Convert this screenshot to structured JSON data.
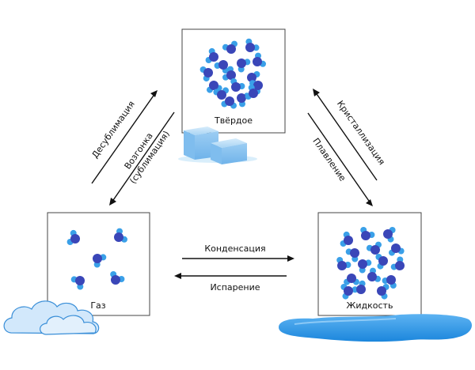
{
  "states": {
    "solid": "Твёрдое",
    "gas": "Газ",
    "liquid": "Жидкость"
  },
  "transitions": {
    "deposition": "Десублимация",
    "sublimation_line1": "Возгонка",
    "sublimation_line2": "(сублимация)",
    "crystallization": "Кристаллизация",
    "melting": "Плавление",
    "condensation": "Конденсация",
    "evaporation": "Испарение"
  },
  "colors": {
    "oxygen": "#3a46b8",
    "hydrogen": "#3aa0e8",
    "ice": "#8ec5f0",
    "water": "#1f8ee0",
    "cloud": "#cfe6fb"
  }
}
